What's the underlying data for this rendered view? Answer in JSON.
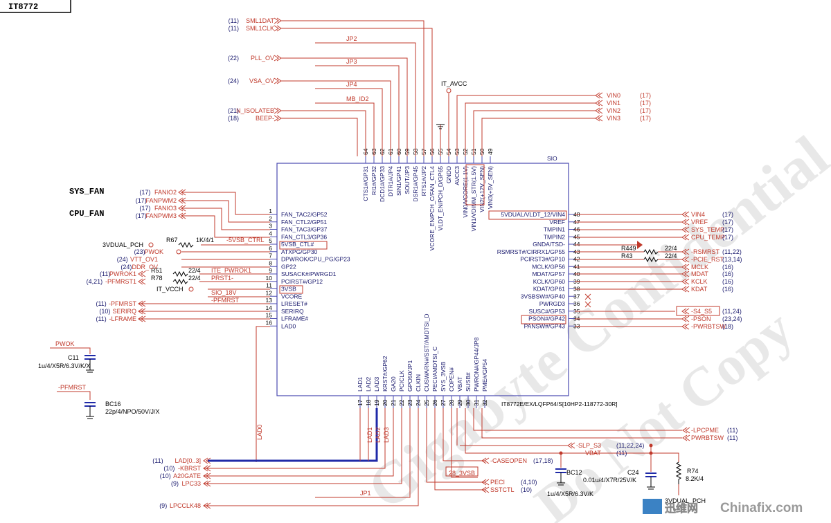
{
  "title": "IT8772",
  "chip": {
    "label": "SIO",
    "part": "IT8772E/EX/LQFP64/S[10HP2-118772-30R]",
    "left_pins": [
      {
        "num": "1",
        "name": "FAN_TAC2/GP52"
      },
      {
        "num": "2",
        "name": "FAN_CTL2/GP51"
      },
      {
        "num": "3",
        "name": "FAN_TAC3/GP37"
      },
      {
        "num": "4",
        "name": "FAN_CTL3/GP36"
      },
      {
        "num": "5",
        "name": "5VSB_CTL#"
      },
      {
        "num": "6",
        "name": "ATXPG/GP30"
      },
      {
        "num": "7",
        "name": "DPWROK/CPU_PG/GP23"
      },
      {
        "num": "8",
        "name": "GP22"
      },
      {
        "num": "9",
        "name": "SUSACK#/PWRGD1"
      },
      {
        "num": "10",
        "name": "PCIRST#/GP12"
      },
      {
        "num": "11",
        "name": "3VSB"
      },
      {
        "num": "12",
        "name": "VCORE"
      },
      {
        "num": "13",
        "name": "LRESET#"
      },
      {
        "num": "14",
        "name": "SERIRQ"
      },
      {
        "num": "15",
        "name": "LFRAME#"
      },
      {
        "num": "16",
        "name": "LAD0"
      }
    ],
    "right_pins": [
      {
        "num": "48",
        "name": "5VDUAL/VLDT_12/VIN4"
      },
      {
        "num": "47",
        "name": "VREF"
      },
      {
        "num": "46",
        "name": "TMPIN1"
      },
      {
        "num": "45",
        "name": "TMPIN2"
      },
      {
        "num": "44",
        "name": "GNDA/TSD-"
      },
      {
        "num": "43",
        "name": "RSMRST#/CIRRX1/GP55"
      },
      {
        "num": "42",
        "name": "PCIRST3#/GP10"
      },
      {
        "num": "41",
        "name": "MCLK/GP56"
      },
      {
        "num": "40",
        "name": "MDAT/GP57"
      },
      {
        "num": "39",
        "name": "KCLK/GP60"
      },
      {
        "num": "38",
        "name": "KDAT/GP61"
      },
      {
        "num": "37",
        "name": "3VSBSW#/GP40"
      },
      {
        "num": "36",
        "name": "PWRGD3"
      },
      {
        "num": "35",
        "name": "SUSC#/GP53"
      },
      {
        "num": "34",
        "name": "PSON#/GP42"
      },
      {
        "num": "33",
        "name": "PANSW#/GP43"
      }
    ],
    "top_pins": [
      {
        "num": "64",
        "name": "CTS1#/GP31"
      },
      {
        "num": "63",
        "name": "RI1#/GP32"
      },
      {
        "num": "62",
        "name": "DCD1#/GP33"
      },
      {
        "num": "61",
        "name": "DTR1#/JP4"
      },
      {
        "num": "60",
        "name": "SIN1/GP41"
      },
      {
        "num": "59",
        "name": "SOUT/JP3"
      },
      {
        "num": "58",
        "name": "DSR1#/GP45"
      },
      {
        "num": "57",
        "name": "RTS1#/JP2"
      },
      {
        "num": "56",
        "name": "VCORE_EN/PCH_C/FAN_CTL4"
      },
      {
        "num": "55",
        "name": "VLDT_EN/PCH_D/GP65"
      },
      {
        "num": "54",
        "name": "GNDD"
      },
      {
        "num": "53",
        "name": "AVCC3"
      },
      {
        "num": "52",
        "name": "VIN0/VCORE(1.1V)"
      },
      {
        "num": "51",
        "name": "VIN1/VDIMM_STR(1.5V)"
      },
      {
        "num": "50",
        "name": "VIN2(+12V_SEN)"
      },
      {
        "num": "49",
        "name": "VIN3(+5V_SEN)"
      }
    ],
    "bottom_pins": [
      {
        "num": "17",
        "name": "LAD1"
      },
      {
        "num": "18",
        "name": "LAD2"
      },
      {
        "num": "19",
        "name": "LAD3"
      },
      {
        "num": "20",
        "name": "KRST#/GP62"
      },
      {
        "num": "21",
        "name": "GA20"
      },
      {
        "num": "22",
        "name": "PCICLK"
      },
      {
        "num": "23",
        "name": "GPO50/JP1"
      },
      {
        "num": "24",
        "name": "CLKIN"
      },
      {
        "num": "25",
        "name": "CUSWARN#/SST/AMDTSI_D"
      },
      {
        "num": "26",
        "name": "PECI/AMDTSI_C"
      },
      {
        "num": "27",
        "name": "SYS_3VSB"
      },
      {
        "num": "28",
        "name": "COPEN#"
      },
      {
        "num": "29",
        "name": "VBAT"
      },
      {
        "num": "30",
        "name": "SUSB#"
      },
      {
        "num": "31",
        "name": "PWRON#/GP44/JP8"
      },
      {
        "num": "32",
        "name": "PME#/GP54"
      }
    ]
  },
  "labels": {
    "sys_fan": "SYS_FAN",
    "cpu_fan": "CPU_FAN",
    "it_avcc": "IT_AVCC",
    "it_vcch": "IT_VCCH",
    "vdual_pch": "3VDUAL_PCH",
    "lad0": "LAD0",
    "lad1": "LAD1",
    "lad2": "LAD2",
    "lad3": "LAD3",
    "sio_18v": "SIO_18V",
    "pfmrst_wire": "-PFMRST",
    "ite_pwrok1": "ITE_PWROK1",
    "prst1": "PRST1-",
    "vsb_ctrl": "-5VSB_CTRL",
    "pwok_label": "PWOK",
    "pfmrst_label": "-PFMRST",
    "r74_top": "3VDUAL_PCH"
  },
  "top_nets": [
    {
      "ref": "(11)",
      "name": "SML1DAT"
    },
    {
      "ref": "(11)",
      "name": "SML1CLK"
    },
    {
      "ref": "",
      "name": "JP2"
    },
    {
      "ref": "(22)",
      "name": "PLL_OV"
    },
    {
      "ref": "",
      "name": "JP3"
    },
    {
      "ref": "(24)",
      "name": "VSA_OV"
    },
    {
      "ref": "",
      "name": "JP4"
    },
    {
      "ref": "",
      "name": "MB_ID2"
    },
    {
      "ref": "(21)",
      "name": "N_ISOLATEB"
    },
    {
      "ref": "(18)",
      "name": "BEEP-"
    }
  ],
  "vin_nets": [
    {
      "name": "VIN0",
      "ref": "(17)"
    },
    {
      "name": "VIN1",
      "ref": "(17)"
    },
    {
      "name": "VIN2",
      "ref": "(17)"
    },
    {
      "name": "VIN3",
      "ref": "(17)"
    }
  ],
  "left_nets": [
    {
      "ref": "(17)",
      "name": "FANIO2"
    },
    {
      "ref": "(17)",
      "name": "FANPWM2"
    },
    {
      "ref": "(17)",
      "name": "FANIO3"
    },
    {
      "ref": "(17)",
      "name": "FANPWM3"
    },
    {
      "ref": "(23)",
      "name": "PWOK"
    },
    {
      "ref": "(24)",
      "name": "VTT_OV1"
    },
    {
      "ref": "(24)",
      "name": "DDR_OV"
    },
    {
      "ref": "(11)",
      "name": "PWROK1"
    },
    {
      "ref": "(4,21)",
      "name": "-PFMRST1"
    },
    {
      "ref": "(11)",
      "name": "-PFMRST"
    },
    {
      "ref": "(10)",
      "name": "SERIRQ"
    },
    {
      "ref": "(11)",
      "name": "-LFRAME"
    }
  ],
  "right_nets": [
    {
      "name": "VIN4",
      "ref": "(17)"
    },
    {
      "name": "VREF",
      "ref": "(17)"
    },
    {
      "name": "SYS_TEMP",
      "ref": "(17)"
    },
    {
      "name": "CPU_TEMP",
      "ref": "(17)"
    },
    {
      "name": "-RSMRST",
      "ref": "(11,22)"
    },
    {
      "name": "-PCIE_RST",
      "ref": "(13,14)"
    },
    {
      "name": "MCLK",
      "ref": "(16)"
    },
    {
      "name": "MDAT",
      "ref": "(16)"
    },
    {
      "name": "KCLK",
      "ref": "(16)"
    },
    {
      "name": "KDAT",
      "ref": "(16)"
    },
    {
      "name": "-S4_S5",
      "ref": "(11,24)"
    },
    {
      "name": "-PSON",
      "ref": "(23,24)"
    },
    {
      "name": "-PWRBTSW",
      "ref": "(18)"
    }
  ],
  "bottom_nets": [
    {
      "ref": "(11)",
      "name": "LAD[0..3]"
    },
    {
      "ref": "(10)",
      "name": "-KBRST"
    },
    {
      "ref": "(10)",
      "name": "A20GATE"
    },
    {
      "ref": "(9)",
      "name": "LPC33"
    },
    {
      "ref": "",
      "name": "JP1"
    },
    {
      "ref": "(9)",
      "name": "LPCCLK48"
    }
  ],
  "bottom_right_nets": [
    {
      "name": "-LPCPME",
      "ref": "(11)"
    },
    {
      "name": "PWRBTSW",
      "ref": "(11)"
    },
    {
      "name": "-SLP_S3",
      "ref": "(11,22,24)"
    },
    {
      "name": "VBAT",
      "ref": "(11)"
    },
    {
      "name": "-CASEOPEN",
      "ref": "(17,18)"
    },
    {
      "name": "28_3VSB",
      "ref": ""
    },
    {
      "name": "PECI",
      "ref": "(4,10)"
    },
    {
      "name": "SSTCTL",
      "ref": "(10)"
    }
  ],
  "resistors": [
    {
      "ref": "R67",
      "value": "1K/4/1"
    },
    {
      "ref": "R51",
      "value": "22/4"
    },
    {
      "ref": "R78",
      "value": "22/4"
    },
    {
      "ref": "R449",
      "value": "22/4"
    },
    {
      "ref": "R43",
      "value": "22/4"
    },
    {
      "ref": "R74",
      "value": "8.2K/4"
    }
  ],
  "caps": [
    {
      "ref": "C11",
      "value": "1u/4/X5R/6.3V/K/X"
    },
    {
      "ref": "BC16",
      "value": "22p/4/NPO/50V/J/X"
    },
    {
      "ref": "BC12",
      "value": "1u/4/X5R/6.3V/K"
    },
    {
      "ref": "C24",
      "value": "0.01u/4/X7R/25V/K"
    }
  ],
  "watermark": {
    "text1": "Gigabyte Confidential",
    "text2": "Do Not Copy",
    "logo_cn": "迅维网",
    "logo_en": "Chinafix.com"
  },
  "colors": {
    "wire": "#c0392b",
    "ref": "#1a1a6e",
    "bus": "#1f2aa8",
    "box": "#4a4ab0"
  }
}
